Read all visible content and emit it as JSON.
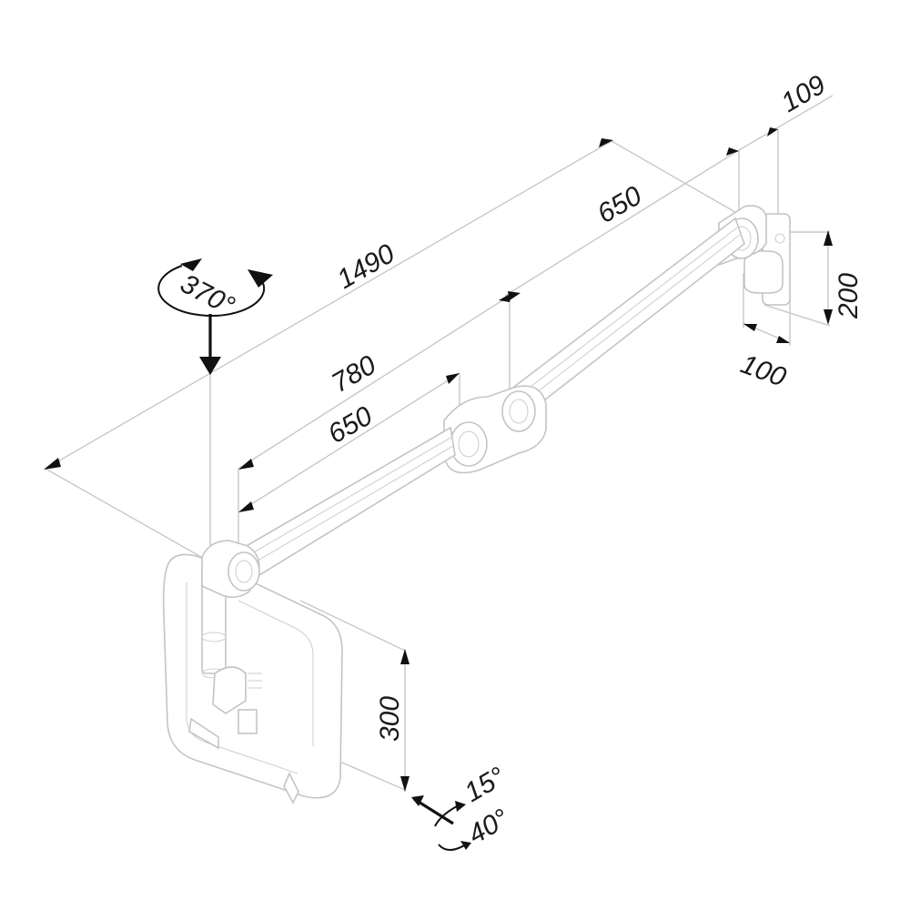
{
  "diagram": {
    "type": "technical-dimension-drawing",
    "subject": "wall-mounted articulating monitor arm",
    "colors": {
      "line": "#c8c8c8",
      "text": "#1a1a1a",
      "arrow": "#111111",
      "background": "#ffffff"
    },
    "dimensions": {
      "total_reach": "1490",
      "inner_reach": "780",
      "arm_segment_1": "650",
      "arm_segment_2": "650",
      "wall_offset": "109",
      "wall_plate_height": "200",
      "wall_plate_width": "100",
      "height_adjust": "300"
    },
    "rotation": {
      "swivel": "370°",
      "tilt": "15°",
      "tilt_back": "40°"
    }
  }
}
